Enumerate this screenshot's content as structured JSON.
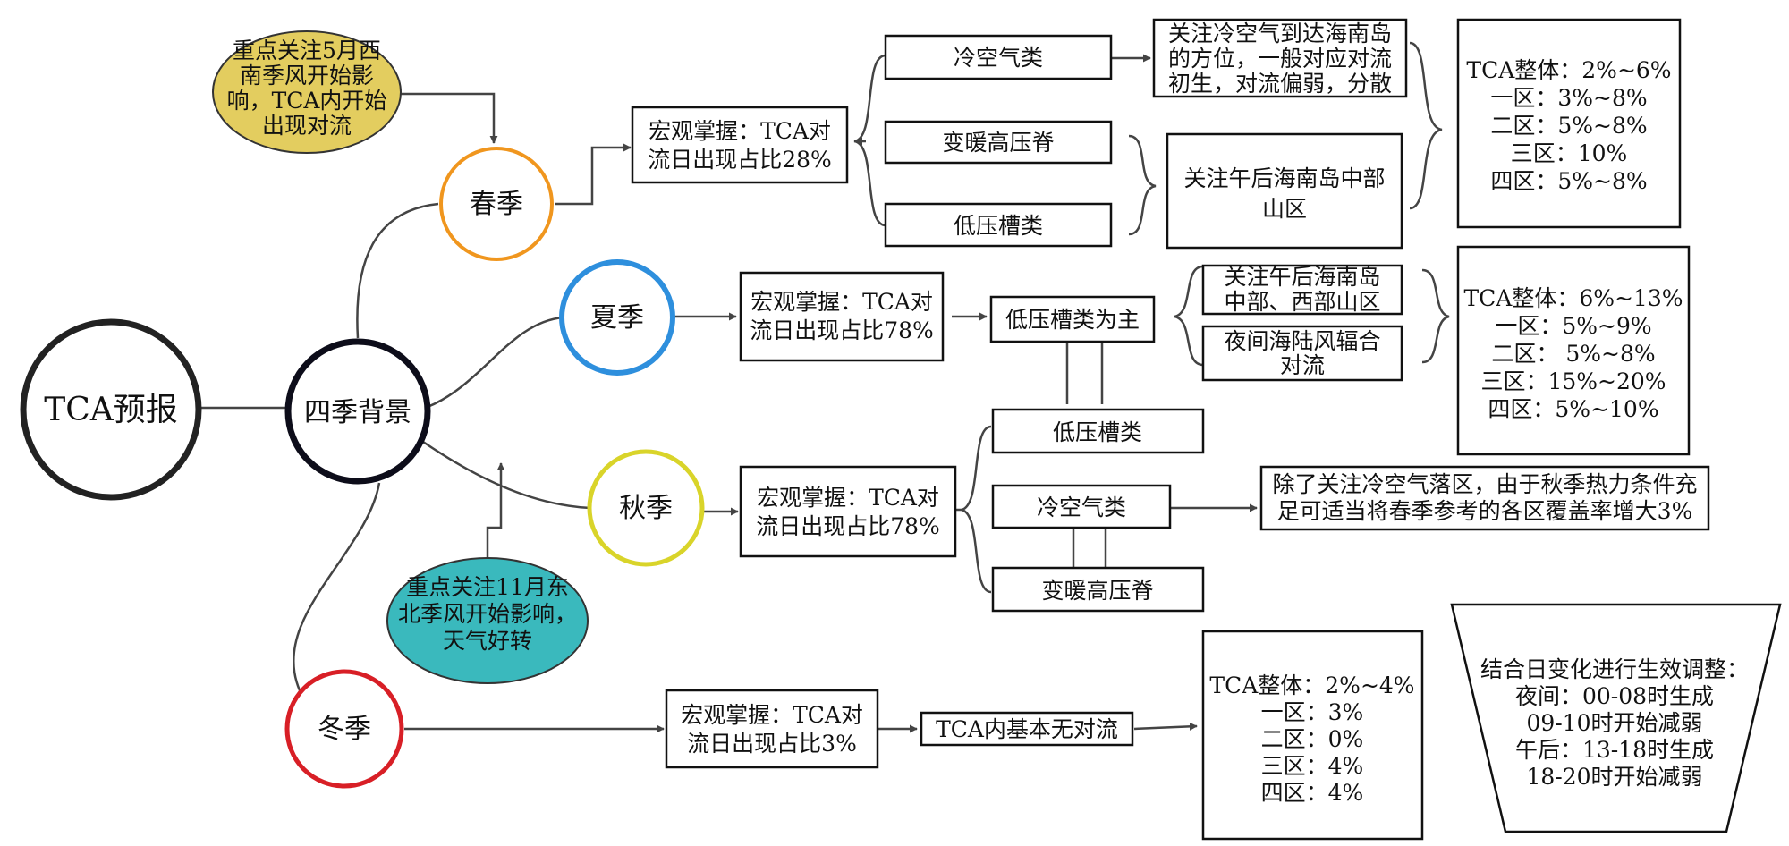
{
  "root": {
    "label": "TCA预报"
  },
  "center": {
    "label": "四季背景"
  },
  "colors": {
    "spring": "#f0961e",
    "summer": "#2e8fdd",
    "autumn": "#d9d42a",
    "winter": "#d81f26",
    "note_spring": "#e3cd5f",
    "note_autumn": "#3ab9bd",
    "line": "#444444"
  },
  "seasons": {
    "spring": "春季",
    "summer": "夏季",
    "autumn": "秋季",
    "winter": "冬季"
  },
  "notes": {
    "spring": [
      "重点关注5月西",
      "南季风开始影",
      "响，TCA内开始",
      "出现对流"
    ],
    "autumn": [
      "重点关注11月东",
      "北季风开始影响，",
      "天气好转"
    ]
  },
  "macro": {
    "spring": [
      "宏观掌握：TCA对",
      "流日出现占比28%"
    ],
    "summer": [
      "宏观掌握：TCA对",
      "流日出现占比78%"
    ],
    "autumn": [
      "宏观掌握：TCA对",
      "流日出现占比78%"
    ],
    "winter": [
      "宏观掌握：TCA对",
      "流日出现占比3%"
    ]
  },
  "types": {
    "cold_air": "冷空气类",
    "warm_ridge": "变暖高压脊",
    "low_trough": "低压槽类",
    "low_trough_main": "低压槽类为主",
    "winter_no_conv": "TCA内基本无对流"
  },
  "focus": {
    "spring_cold": [
      "关注冷空气到达海南岛",
      "的方位，一般对应对流",
      "初生，对流偏弱，分散"
    ],
    "spring_afternoon": [
      "关注午后海南岛中部",
      "山区"
    ],
    "summer_afternoon": [
      "关注午后海南岛",
      "中部、西部山区"
    ],
    "summer_night": [
      "夜间海陆风辐合",
      "对流"
    ],
    "autumn_cold": [
      "除了关注冷空气落区，由于秋季热力条件充",
      "足可适当将春季参考的各区覆盖率增大3%"
    ]
  },
  "coverage": {
    "spring": [
      "TCA整体：2%~6%",
      "一区：3%~8%",
      "二区：5%~8%",
      "三区：10%",
      "四区：5%~8%"
    ],
    "summer": [
      "TCA整体：6%~13%",
      "一区：5%~9%",
      "二区： 5%~8%",
      "三区：15%~20%",
      "四区：5%~10%"
    ],
    "winter": [
      "TCA整体：2%~4%",
      "一区：3%",
      "二区：0%",
      "三区：4%",
      "四区：4%"
    ]
  },
  "diurnal": [
    "结合日变化进行生效调整：",
    "夜间：00-08时生成",
    "09-10时开始减弱",
    "午后：13-18时生成",
    "18-20时开始减弱"
  ]
}
